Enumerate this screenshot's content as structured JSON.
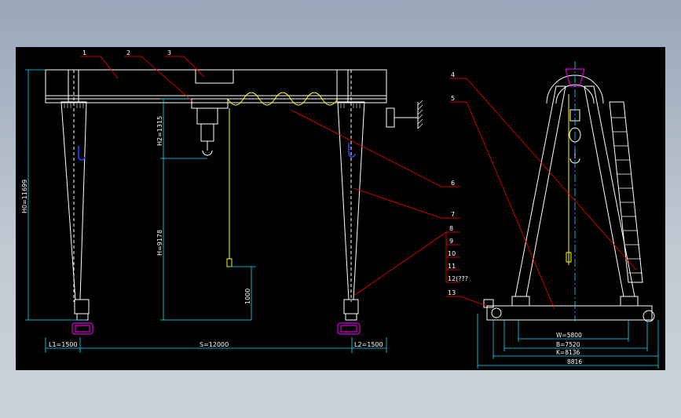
{
  "drawing": {
    "background": "#000000",
    "colors": {
      "structure": "#ffffff",
      "dimension": "#00e5ff",
      "leader": "#ff0000",
      "cable": "#ffff00",
      "motor": "#ff00ff",
      "hook": "#2050ff"
    },
    "front_view": {
      "callouts": [
        "1",
        "2",
        "3"
      ],
      "side_callouts": [
        "6",
        "7"
      ],
      "dimensions": {
        "h0": "H0=11699",
        "h2": "H2=1315",
        "h": "H=9178",
        "lift": "1000",
        "l1": "L1=1500",
        "span": "S=12000",
        "l2": "L2=1500"
      }
    },
    "side_view": {
      "callouts_top": [
        "4",
        "5"
      ],
      "callouts_list": [
        "8",
        "9",
        "10",
        "11",
        "12(???",
        "13"
      ],
      "dimensions": {
        "w": "W=5800",
        "b": "B=7520",
        "k": "K=8136",
        "total": "8816"
      }
    }
  }
}
